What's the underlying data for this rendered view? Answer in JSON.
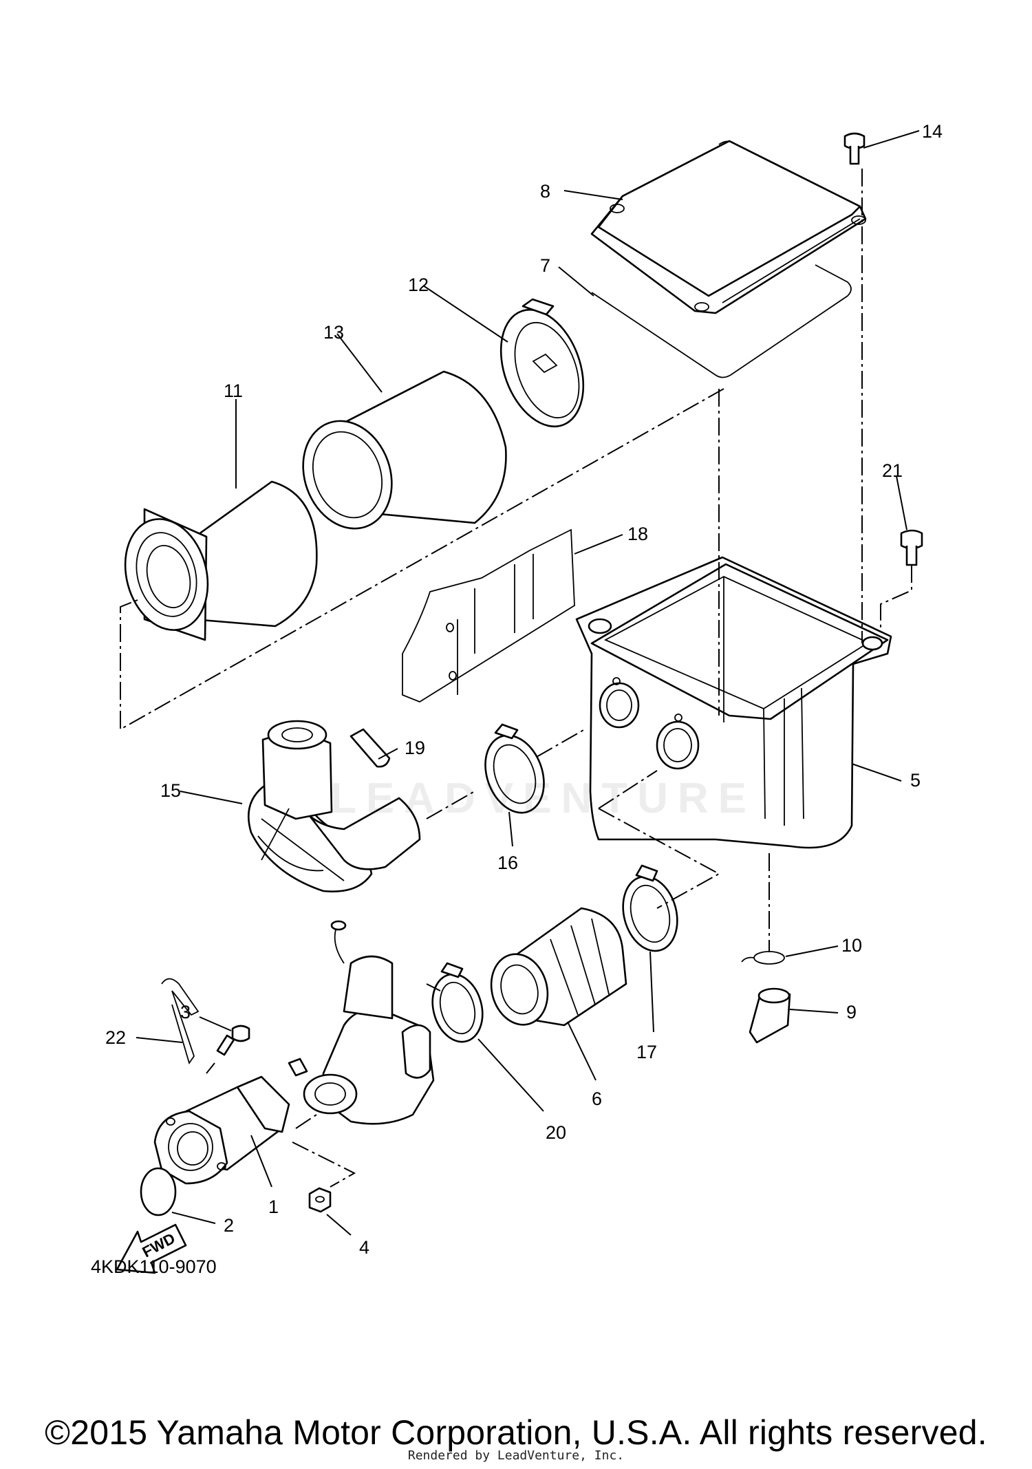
{
  "diagram": {
    "callouts": {
      "p1": "1",
      "p2": "2",
      "p3": "3",
      "p4": "4",
      "p5": "5",
      "p6": "6",
      "p7": "7",
      "p8": "8",
      "p9": "9",
      "p10": "10",
      "p11": "11",
      "p12": "12",
      "p13": "13",
      "p14": "14",
      "p15": "15",
      "p16": "16",
      "p17": "17",
      "p18": "18",
      "p19": "19",
      "p20": "20",
      "p21": "21",
      "p22": "22"
    },
    "direction_label": "FWD",
    "diagram_code": "4KDK110-9070",
    "watermark_text": "LEADVENTURE"
  },
  "footer": {
    "copyright": "©2015 Yamaha Motor Corporation, U.S.A. All rights reserved.",
    "rendered_by": "Rendered by LeadVenture, Inc."
  }
}
